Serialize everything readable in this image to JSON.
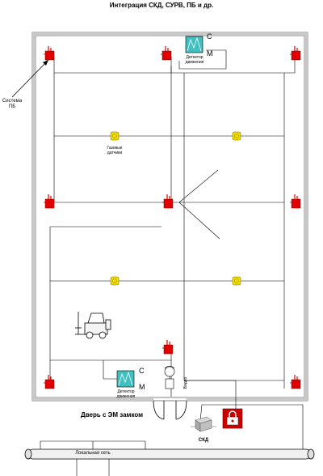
{
  "title": "Интеграция СКД, СУРВ, ПБ и др.",
  "labels": {
    "fire_system": "Система\nПБ",
    "gas_sensors": "Газовые\nдатчики",
    "motion_detector_top": "Детектор\nдвижения",
    "motion_detector_bottom": "Детектор\nдвижения",
    "letter_c_top": "С",
    "letter_m_top": "М",
    "letter_c_bottom": "С",
    "letter_m_bottom": "М",
    "video": "Видео",
    "door": "Дверь с ЭМ замком",
    "access_control": "СКД",
    "local_network": "Локальная сеть"
  },
  "icons": {
    "fire_extinguisher": "fire-extinguisher-icon",
    "gas_sensor": "gas-sensor-icon",
    "motion_detector": "motion-detector-icon",
    "camera": "video-camera-icon",
    "forklift": "forklift-icon",
    "card_reader": "card-reader-icon",
    "em_lock": "em-lock-icon"
  },
  "colors": {
    "wall": "#808080",
    "extinguisher": "#e00000",
    "gas_sensor": "#f0e000",
    "motion_detector": "#40c0c0",
    "lock": "#cc0000"
  }
}
